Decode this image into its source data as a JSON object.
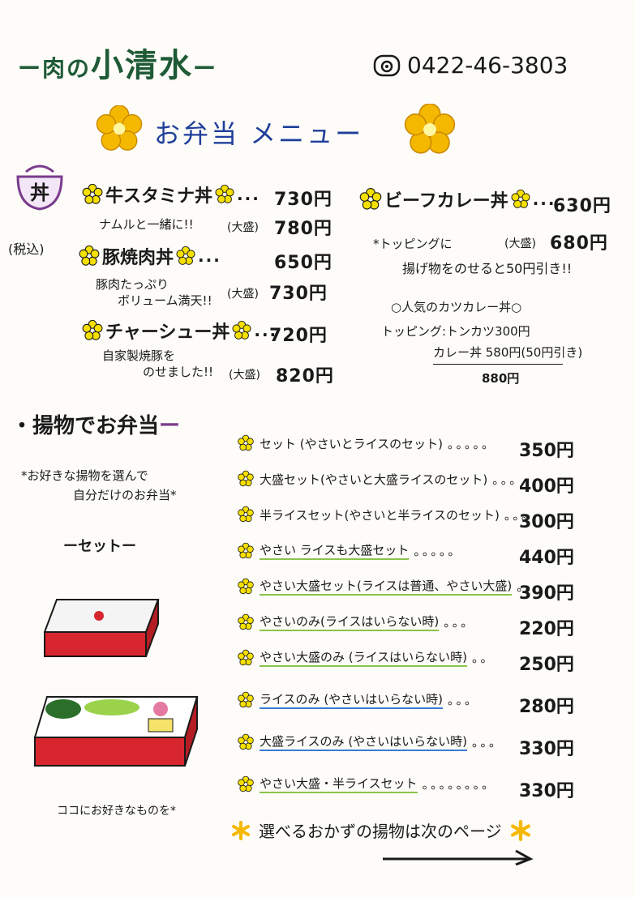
{
  "header": {
    "shop_prefix": "ー肉の",
    "shop_name": "小清水",
    "shop_suffix": "ー",
    "phone": "0422-46-3803",
    "menu_title": "お弁当 メニュー"
  },
  "don": {
    "bowl_label": "丼",
    "tax_label": "(税込)",
    "items": [
      {
        "name": "牛スタミナ丼",
        "dots": "...",
        "price": "730円",
        "note": "ナムルと一緒に!!",
        "large_label": "(大盛)",
        "large_price": "780円"
      },
      {
        "name": "豚焼肉丼",
        "dots": "...",
        "price": "650円",
        "note_line1": "豚肉たっぷり",
        "note_line2": "ボリューム満天!!",
        "large_label": "(大盛)",
        "large_price": "730円"
      },
      {
        "name": "チャーシュー丼",
        "dots": "...",
        "price": "720円",
        "note_line1": "自家製焼豚を",
        "note_line2": "のせました!!",
        "large_label": "(大盛)",
        "large_price": "820円"
      }
    ],
    "beef": {
      "name": "ビーフカレー丼",
      "dots": "...",
      "price": "630円",
      "note": "*トッピングに",
      "large_label": "(大盛)",
      "large_price": "680円",
      "note2": "揚げ物をのせると50円引き!!"
    },
    "katsu": {
      "title": "○人気のカツカレー丼○",
      "line1": "トッピング:トンカツ300円",
      "line2": "カレー丼 580円(50円引き)",
      "total": "880円"
    }
  },
  "agemono": {
    "title": "・揚物でお弁当",
    "title_tail": "ー",
    "desc_line1": "*お好きな揚物を選んで",
    "desc_line2": "自分だけのお弁当*",
    "set_label": "ーセットー",
    "box_caption": "ココにお好きなものを*",
    "rows": [
      {
        "label": "セット (やさいとライスのセット)",
        "dots": "。。。。。",
        "price": "350円"
      },
      {
        "label": "大盛セット(やさいと大盛ライスのセット)",
        "dots": "。。。",
        "price": "400円"
      },
      {
        "label": "半ライスセット(やさいと半ライスのセット)",
        "dots": "。。。",
        "price": "300円"
      },
      {
        "label": "やさい ライスも大盛セット",
        "dots": "。。。。。",
        "price": "440円"
      },
      {
        "label": "やさい大盛セット(ライスは普通、やさい大盛)",
        "dots": "。。",
        "price": "390円"
      },
      {
        "label": "やさいのみ(ライスはいらない時)",
        "dots": "。。。",
        "price": "220円"
      },
      {
        "label": "やさい大盛のみ (ライスはいらない時)",
        "dots": "。。",
        "price": "250円"
      },
      {
        "label": "ライスのみ (やさいはいらない時)",
        "dots": "。。。",
        "price": "280円"
      },
      {
        "label": "大盛ライスのみ (やさいはいらない時)",
        "dots": "。。。",
        "price": "330円"
      },
      {
        "label": "やさい大盛・半ライスセット",
        "dots": "。。。。。。。。",
        "price": "330円"
      }
    ],
    "next_page": "選べるおかずの揚物は次のページ"
  },
  "colors": {
    "flower": "#f5b800",
    "green": "#1e5a36",
    "blue": "#1f3f9a"
  }
}
